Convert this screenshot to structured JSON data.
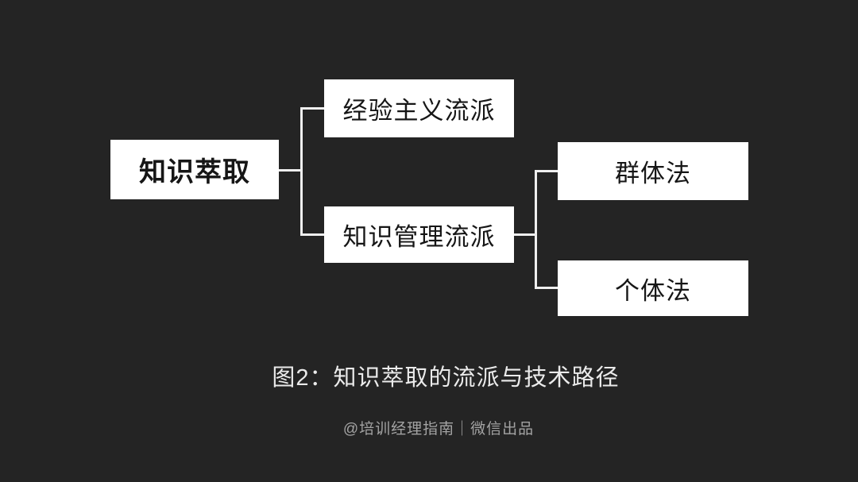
{
  "diagram": {
    "root": {
      "label": "知识萃取"
    },
    "level2": [
      {
        "label": "经验主义流派"
      },
      {
        "label": "知识管理流派"
      }
    ],
    "level3": [
      {
        "label": "群体法"
      },
      {
        "label": "个体法"
      }
    ],
    "caption": "图2：知识萃取的流派与技术路径",
    "credit": "@培训经理指南｜微信出品"
  },
  "colors": {
    "background": "#242424",
    "node_fill": "#ffffff",
    "node_text": "#161616",
    "connector": "#efefef",
    "caption_text": "#ebebeb",
    "credit_text": "#a3a3a3"
  }
}
